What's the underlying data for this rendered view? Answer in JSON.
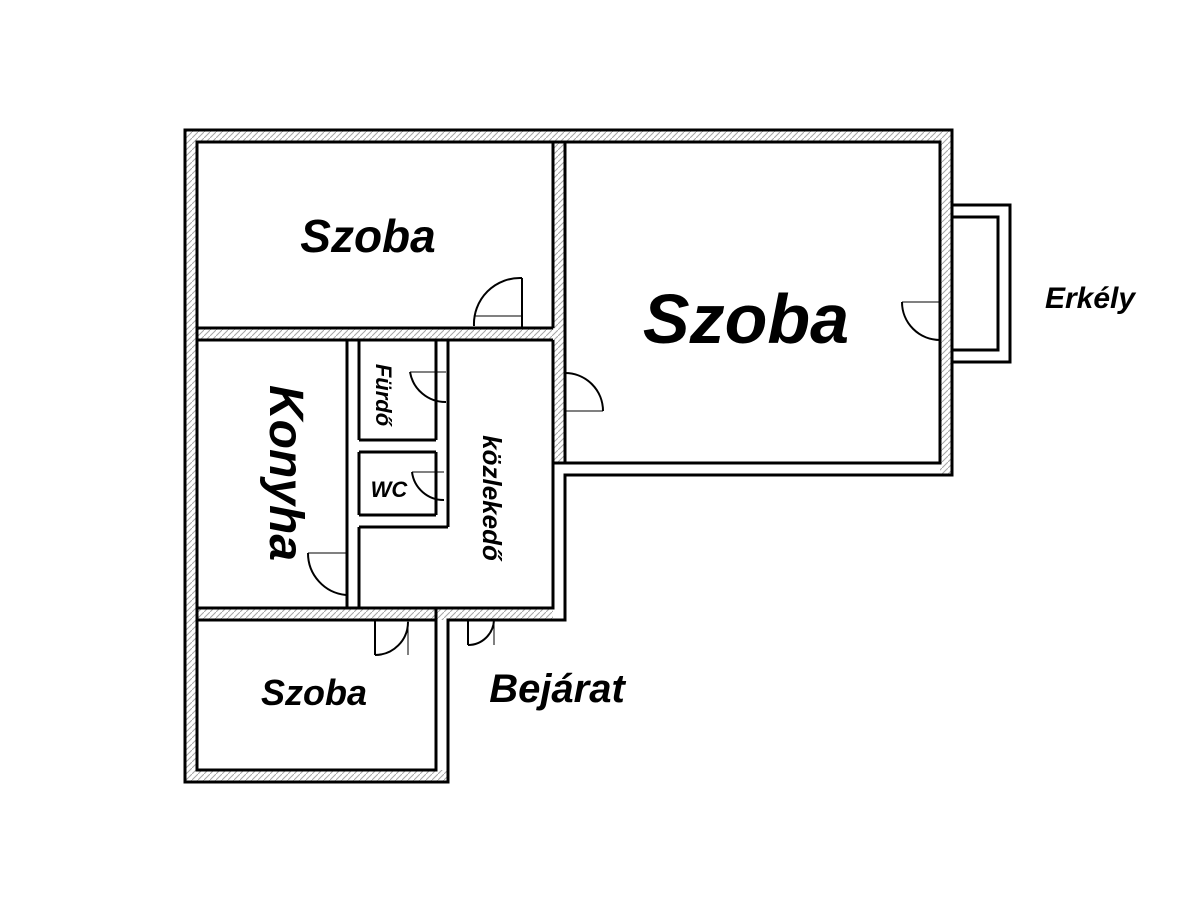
{
  "rooms": {
    "top_left": "Szoba",
    "large_right": "Szoba",
    "bottom_left": "Szoba",
    "kitchen": "Konyha",
    "bathroom": "Fürdő",
    "toilet": "WC",
    "corridor": "közlekedő"
  },
  "labels": {
    "balcony": "Erkély",
    "entrance": "Bejárat"
  },
  "colors": {
    "wall": "#000000",
    "background": "#ffffff",
    "door": "#000000"
  }
}
